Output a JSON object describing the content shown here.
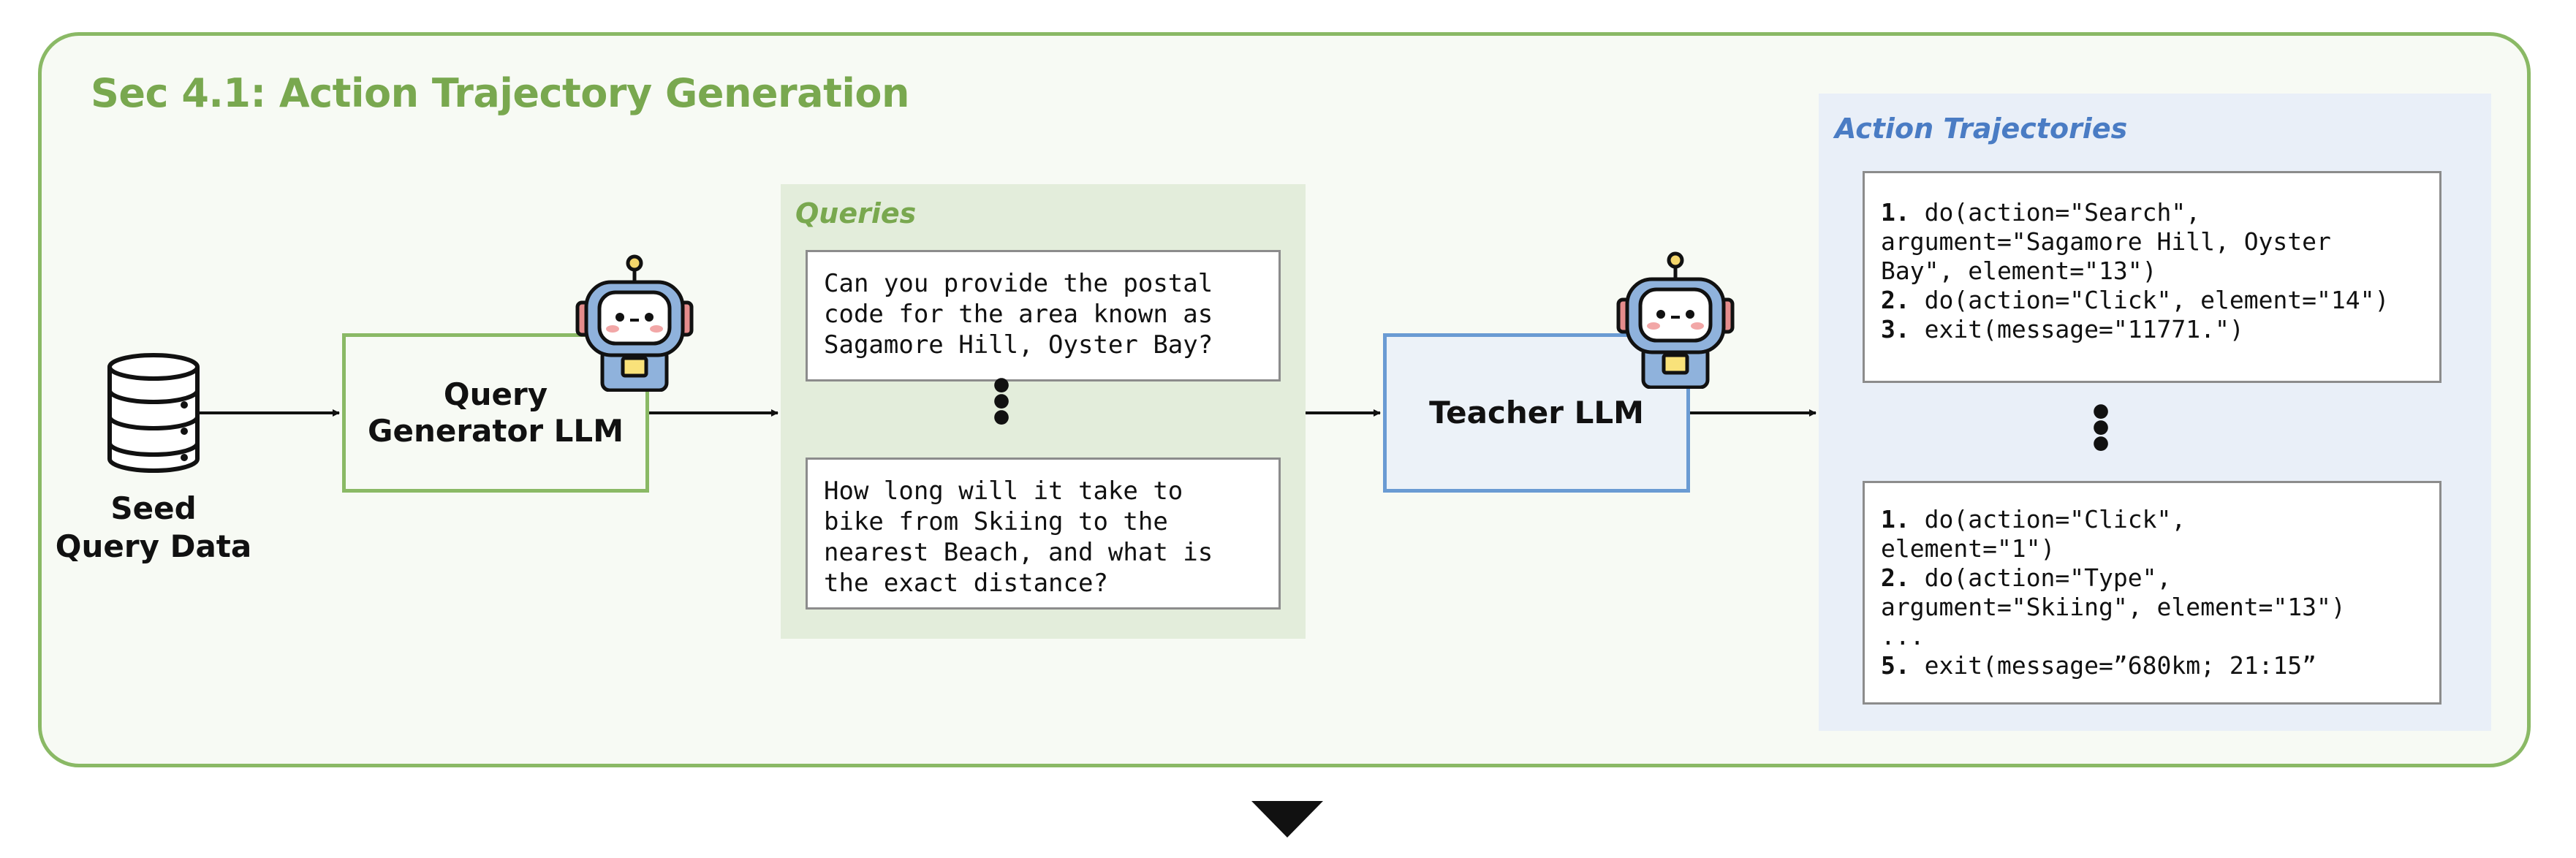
{
  "section": {
    "title": "Sec 4.1: Action Trajectory Generation"
  },
  "seed": {
    "line1": "Seed",
    "line2": "Query Data",
    "icon": "database-icon"
  },
  "query_generator": {
    "line1": "Query",
    "line2": "Generator LLM",
    "icon": "robot-icon"
  },
  "queries": {
    "title": "Queries",
    "items": [
      {
        "lines": [
          "Can you provide the postal",
          "code for the area known as",
          "Sagamore Hill, Oyster Bay?"
        ]
      },
      {
        "lines": [
          "How long will it take to",
          "bike from Skiing to the",
          "nearest Beach, and what is",
          "the exact distance?"
        ]
      }
    ],
    "ellipsis": "⋮"
  },
  "teacher": {
    "label": "Teacher LLM",
    "icon": "robot-icon"
  },
  "trajectories": {
    "title": "Action Trajectories",
    "items": [
      {
        "steps": [
          {
            "num": "1.",
            "text": " do(action=\"Search\","
          },
          {
            "num": "",
            "text": "argument=\"Sagamore Hill, Oyster"
          },
          {
            "num": "",
            "text": "Bay\", element=\"13\")"
          },
          {
            "num": "2.",
            "text": " do(action=\"Click\", element=\"14\")"
          },
          {
            "num": "3.",
            "text": " exit(message=\"11771.\")"
          }
        ]
      },
      {
        "steps": [
          {
            "num": "1.",
            "text": " do(action=\"Click\","
          },
          {
            "num": "",
            "text": "element=\"1\")"
          },
          {
            "num": "2.",
            "text": " do(action=\"Type\","
          },
          {
            "num": "",
            "text": "argument=\"Skiing\", element=\"13\")"
          },
          {
            "num": "",
            "text": "..."
          },
          {
            "num": "5.",
            "text": " exit(message=”680km; 21:15”"
          }
        ]
      }
    ],
    "ellipsis": "⋮"
  },
  "next_indicator": "down-triangle-icon",
  "colors": {
    "green": "#8ab965",
    "green_title": "#79a84f",
    "blue": "#6a9bd3",
    "blue_title": "#4a7cc4"
  }
}
